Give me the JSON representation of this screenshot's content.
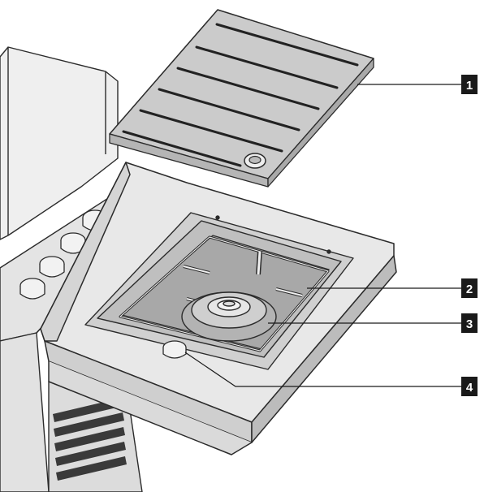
{
  "callouts": [
    {
      "number": "1",
      "part": "cover"
    },
    {
      "number": "2",
      "part": "grate"
    },
    {
      "number": "3",
      "part": "burner"
    },
    {
      "number": "4",
      "part": "knob"
    }
  ],
  "colors": {
    "line": "#2b2b2b",
    "surface_light": "#e9e9e9",
    "surface_mid": "#d3d3d3",
    "surface_dark": "#b9b9b9",
    "pan": "#a8a8a8",
    "label_bg": "#1a1a1a",
    "label_text": "#ffffff"
  }
}
